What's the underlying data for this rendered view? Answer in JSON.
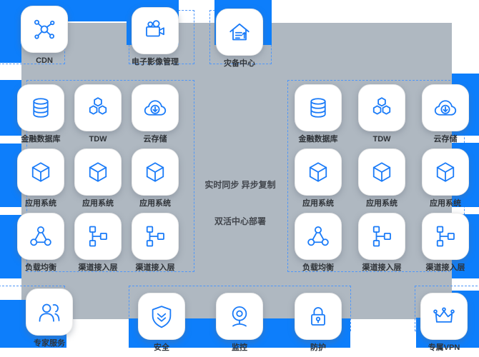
{
  "palette": {
    "edge_blue": "#0D7EFB",
    "canvas_gray": "#AFB8C1",
    "icon_blue": "#1A7BF8",
    "dashed_border_blue": "#4F97F9",
    "label_color": "#2F3338"
  },
  "top_row": {
    "items": [
      {
        "icon": "cdn-network-icon",
        "label": "CDN"
      },
      {
        "icon": "video-camera-icon",
        "label": "电子影像管理"
      },
      {
        "icon": "house-icon",
        "label": "灾备中心"
      }
    ]
  },
  "center_annotations": {
    "sync_label": "实时同步 异步复制",
    "deploy_label": "双活中心部署"
  },
  "left_datacenter": {
    "items": [
      {
        "icon": "database-icon",
        "label": "金融数据库"
      },
      {
        "icon": "hexagons-tdw-icon",
        "label": "TDW"
      },
      {
        "icon": "cloud-download-icon",
        "label": "云存储"
      },
      {
        "icon": "cube-icon",
        "label": "应用系统"
      },
      {
        "icon": "cube-icon",
        "label": "应用系统"
      },
      {
        "icon": "cube-icon",
        "label": "应用系统"
      },
      {
        "icon": "load-balancer-icon",
        "label": "负载均衡"
      },
      {
        "icon": "flowchart-icon",
        "label": "渠道接入层"
      },
      {
        "icon": "flowchart-icon",
        "label": "渠道接入层"
      }
    ]
  },
  "right_datacenter": {
    "items": [
      {
        "icon": "database-icon",
        "label": "金融数据库"
      },
      {
        "icon": "hexagons-tdw-icon",
        "label": "TDW"
      },
      {
        "icon": "cloud-download-icon",
        "label": "云存储"
      },
      {
        "icon": "cube-icon",
        "label": "应用系统"
      },
      {
        "icon": "cube-icon",
        "label": "应用系统"
      },
      {
        "icon": "cube-icon",
        "label": "应用系统"
      },
      {
        "icon": "load-balancer-icon",
        "label": "负载均衡"
      },
      {
        "icon": "flowchart-icon",
        "label": "渠道接入层"
      },
      {
        "icon": "flowchart-icon",
        "label": "渠道接入层"
      }
    ]
  },
  "bottom_row": {
    "items": [
      {
        "icon": "people-icon",
        "label": "专家服务"
      },
      {
        "icon": "shield-check-icon",
        "label": "安全"
      },
      {
        "icon": "webcam-icon",
        "label": "监控"
      },
      {
        "icon": "lock-icon",
        "label": "防护"
      },
      {
        "icon": "crown-icon",
        "label": "专属VPN"
      }
    ]
  }
}
